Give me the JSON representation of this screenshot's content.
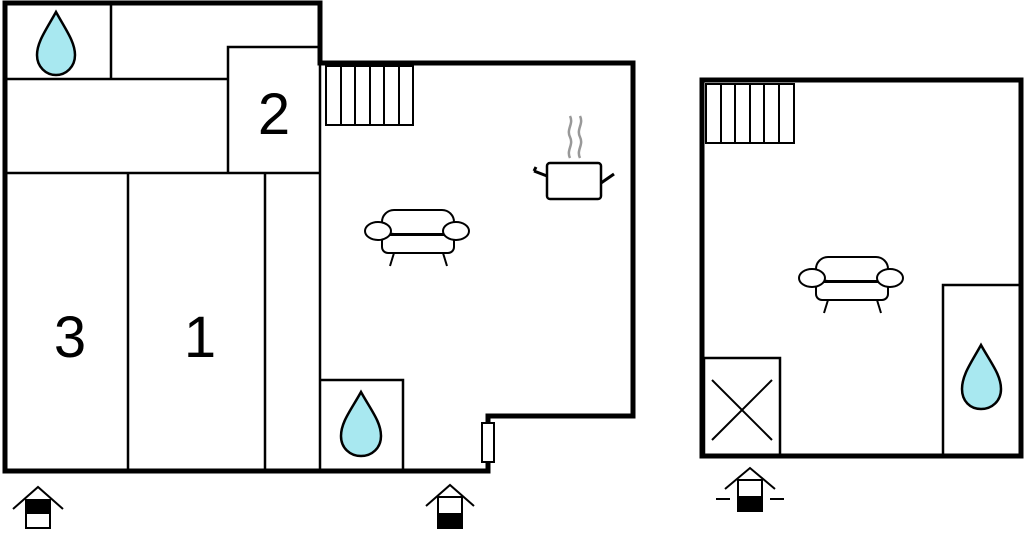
{
  "floor_plan": {
    "rooms": [
      {
        "label": "2"
      },
      {
        "label": "3"
      },
      {
        "label": "1"
      }
    ],
    "icons": [
      "water-drop-icon",
      "water-drop-icon",
      "water-drop-icon",
      "stairs-icon",
      "stairs-icon",
      "sofa-icon",
      "sofa-icon",
      "cooking-pot-icon",
      "entrance-icon",
      "entrance-icon",
      "entrance-icon",
      "crossed-box-icon",
      "door-icon"
    ],
    "colors": {
      "wall": "#000000",
      "water": "#a8e8f0",
      "background": "#ffffff"
    }
  }
}
